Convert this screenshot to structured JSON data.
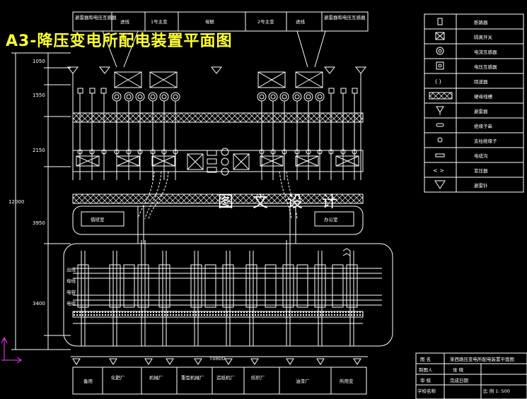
{
  "title": "A3-降压变电所配电装置平面图",
  "watermark": "图 文 设 计",
  "top_header": [
    "避雷器和电压互感器",
    "进线",
    "1号主变",
    "母联",
    "2号主变",
    "进线",
    "避雷器和电压互感器"
  ],
  "dimensions": {
    "d1": "1050",
    "d2": "1550",
    "d3": "2150",
    "total": "12000",
    "d4": "3950",
    "d5": "3400",
    "bottom": "T0800"
  },
  "rooms": {
    "left": "值班室",
    "right": "办公室"
  },
  "side_labels": [
    "出线",
    "母线",
    "电容",
    "电缆"
  ],
  "legend": [
    {
      "symbol": "rect-small",
      "label": "断路器"
    },
    {
      "symbol": "rect-cross",
      "label": "隔离开关"
    },
    {
      "symbol": "double-circle",
      "label": "电流互感器"
    },
    {
      "symbol": "box-dot",
      "label": "电压互感器"
    },
    {
      "symbol": "parens",
      "label": "阻波器"
    },
    {
      "symbol": "hatched-bar",
      "label": "硬母线槽"
    },
    {
      "symbol": "triangle-lines",
      "label": "避雷器"
    },
    {
      "symbol": "capsule",
      "label": "绝缘子串"
    },
    {
      "symbol": "circle",
      "label": "支柱绝缘子"
    },
    {
      "symbol": "small-rect",
      "label": "电缆沟"
    },
    {
      "symbol": "chevrons",
      "label": "变压器"
    },
    {
      "symbol": "triangle",
      "label": "避雷针"
    }
  ],
  "bottom_row": [
    "备用",
    "化肥厂",
    "机械厂",
    "重型机械厂",
    "造纸机厂",
    "纺织厂",
    "油漆厂",
    "所用变"
  ],
  "title_block": {
    "r1_label": "图 名",
    "r1_value": "某西路压变电所配电装置平面图",
    "r2_label": "制图人",
    "r2_mid": "张 晓",
    "r3_label": "审 核",
    "r3_mid": "完成日期",
    "r4_label": "学校名称",
    "r4_mid": "比 例 1: 500"
  },
  "colors": {
    "background": "#000000",
    "line": "#ffffff",
    "title": "#ffff33",
    "axis_marker": "#ff33ff"
  }
}
